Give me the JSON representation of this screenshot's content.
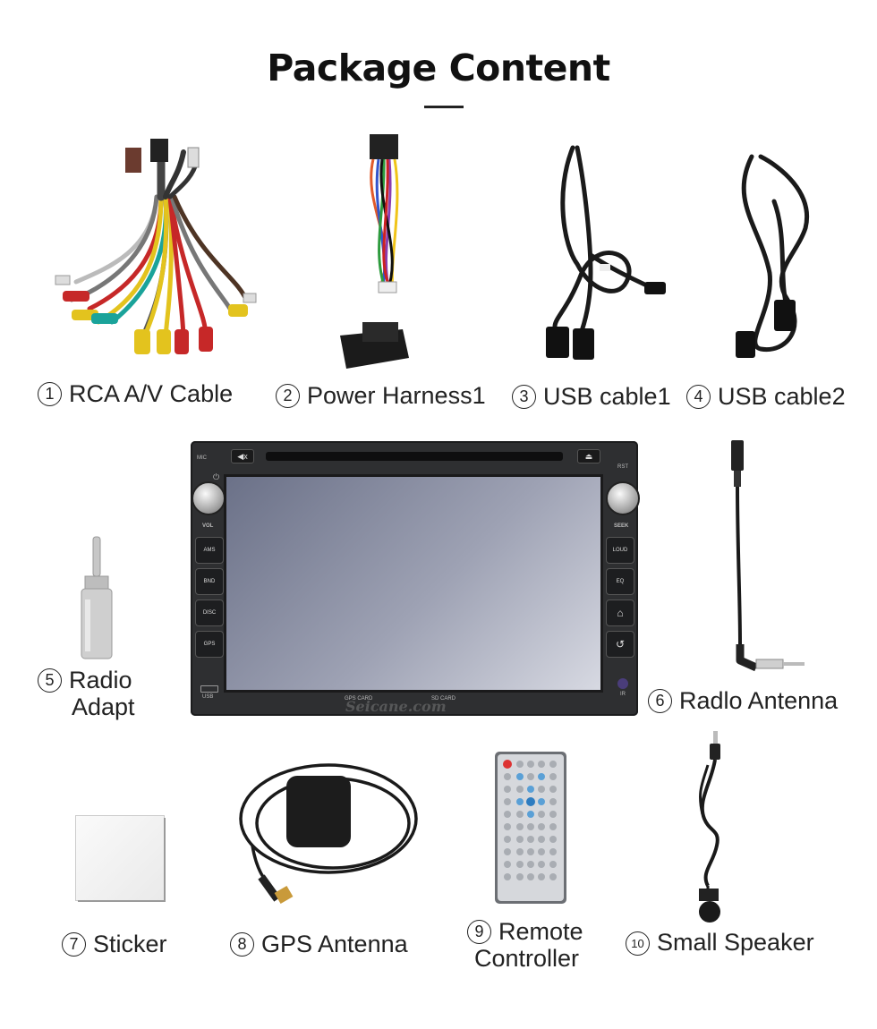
{
  "page": {
    "title": "Package Content"
  },
  "items": [
    {
      "num": "1",
      "label": "RCA A/V Cable"
    },
    {
      "num": "2",
      "label": "Power Harness1"
    },
    {
      "num": "3",
      "label": "USB cable1"
    },
    {
      "num": "4",
      "label": "USB cable2"
    },
    {
      "num": "5",
      "label_line1": "Radio",
      "label_line2": "Adapt"
    },
    {
      "num": "6",
      "label": "Radlo Antenna"
    },
    {
      "num": "7",
      "label": "Sticker"
    },
    {
      "num": "8",
      "label": "GPS Antenna"
    },
    {
      "num": "9",
      "label_line1": "Remote",
      "label_line2": "Controller"
    },
    {
      "num": "10",
      "label": "Small Speaker"
    }
  ],
  "head_unit": {
    "mic": "MIC",
    "rst": "RST",
    "vol": "VOL",
    "seek": "SEEK",
    "left_buttons": [
      "AMS",
      "BND",
      "DISC",
      "GPS"
    ],
    "right_buttons": [
      "LOUD",
      "EQ"
    ],
    "usb": "USB",
    "ir": "IR",
    "gps_card": "GPS CARD",
    "sd_card": "SD CARD",
    "watermark": "Seicane.com"
  }
}
